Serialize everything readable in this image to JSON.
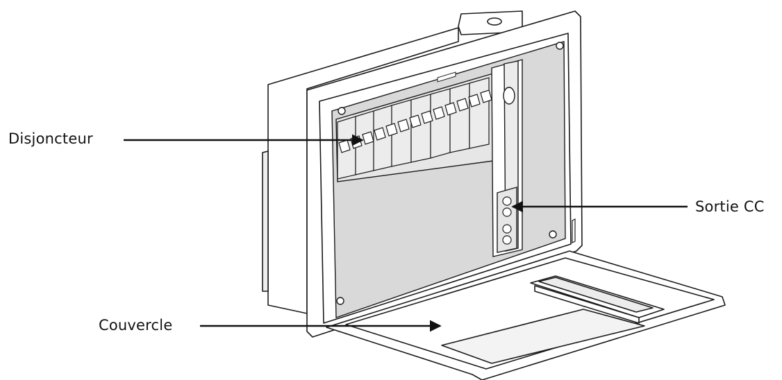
{
  "labels": {
    "breaker": "Disjoncteur",
    "dc_output": "Sortie CC",
    "cover": "Couvercle"
  },
  "colors": {
    "line": "#1a1a1a",
    "panel_fill": "#d9d9d9",
    "housing_fill": "#ffffff",
    "arrow": "#111111"
  }
}
